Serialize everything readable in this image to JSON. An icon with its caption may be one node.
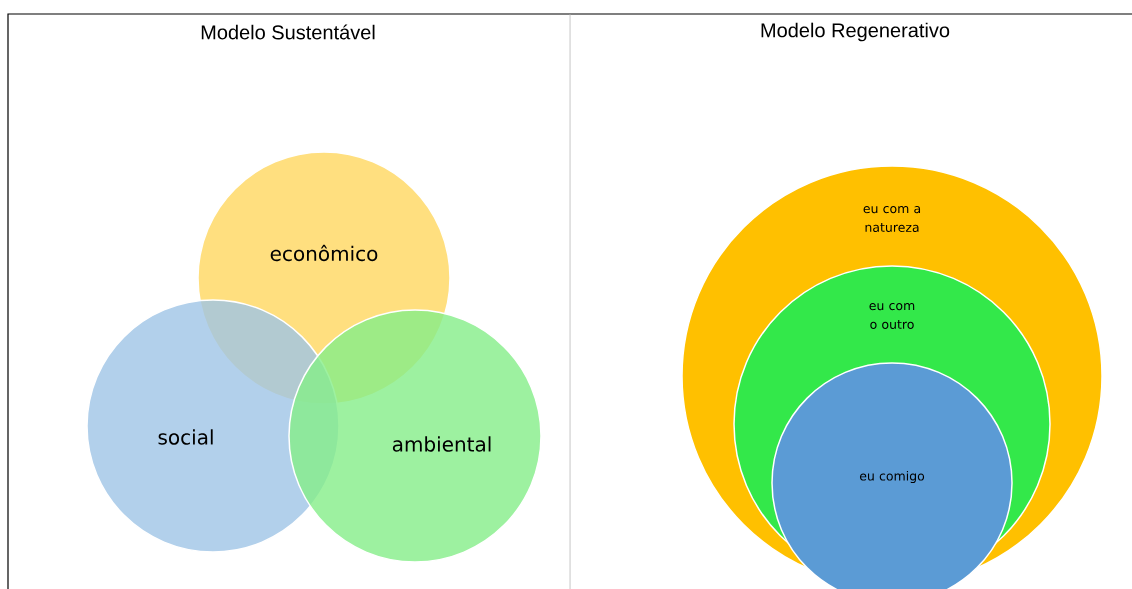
{
  "diagram": {
    "nodes": [
      {
        "text": [
          "econômico"
        ]
      },
      {
        "text": [
          "social"
        ]
      },
      {
        "text": [
          "ambiental"
        ]
      },
      {
        "text": [
          "eu com a natureza"
        ]
      },
      {
        "text": [
          "eu com o outro"
        ],
        "in": 3
      },
      {
        "text": [
          "eu comigo"
        ],
        "in": 4
      }
    ],
    "edges": [],
    "labels": [
      "Modelo Sustentável",
      "Modelo Regenerativo"
    ]
  }
}
